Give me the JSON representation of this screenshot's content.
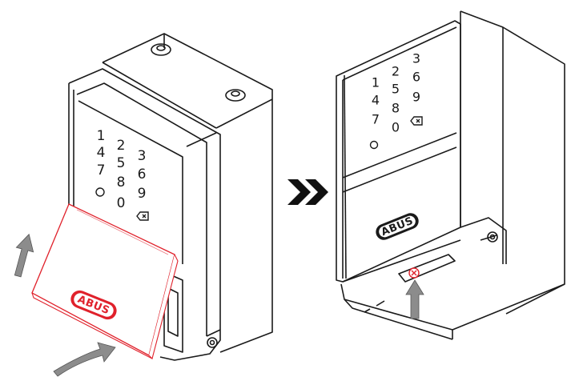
{
  "keypad_keys": [
    "1",
    "2",
    "3",
    "4",
    "5",
    "6",
    "7",
    "8",
    "9",
    "0"
  ],
  "brand": "ABUS",
  "icons": {
    "backspace": "backspace-icon",
    "wake_circle": "circle-icon",
    "forward": "double-chevron-right-icon",
    "arrow_up": "arrow-up-icon",
    "curved_arrow": "curved-arrow-icon",
    "cross_marker": "cross-circle-icon"
  },
  "colors": {
    "line": "#1a1a1a",
    "highlight": "#e0212b",
    "arrow_fill": "#8c8c8c",
    "chevron": "#111111"
  }
}
